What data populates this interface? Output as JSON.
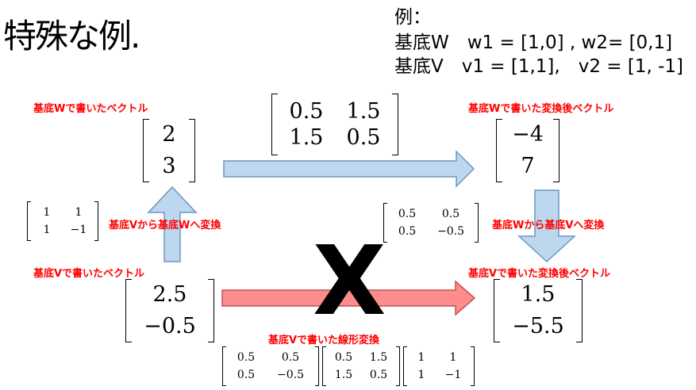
{
  "title": "特殊な例.",
  "example": {
    "heading": "例：",
    "line_w": "基底W　w1 = [1,0] , w2= [0,1]",
    "line_v": "基底V　v1 = [1,1],　v2 = [1, -1]"
  },
  "labels": {
    "top_left": "基底Wで書いたベクトル",
    "top_right": "基底Wで書いた変換後ベクトル",
    "left_mid": "基底Vから基底Wへ変換",
    "right_mid": "基底Wから基底Vへ変換",
    "bottom_left": "基底Vで書いたベクトル",
    "bottom_right": "基底Vで書いた変換後ベクトル",
    "bottom_center": "基底Vで書いた線形変換"
  },
  "cross_mark": "X",
  "vectors": {
    "w_vec": [
      "2",
      "3"
    ],
    "w_result": [
      "−4",
      "7"
    ],
    "v_vec": [
      "2.5",
      "−0.5"
    ],
    "v_result": [
      "1.5",
      "−5.5"
    ]
  },
  "matrices": {
    "transform_w": [
      [
        "0.5",
        "1.5"
      ],
      [
        "1.5",
        "0.5"
      ]
    ],
    "v_to_w": [
      [
        "1",
        "1"
      ],
      [
        "1",
        "−1"
      ]
    ],
    "w_to_v": [
      [
        "0.5",
        "0.5"
      ],
      [
        "0.5",
        "−0.5"
      ]
    ],
    "product_1": [
      [
        "0.5",
        "0.5"
      ],
      [
        "0.5",
        "−0.5"
      ]
    ],
    "product_2": [
      [
        "0.5",
        "1.5"
      ],
      [
        "1.5",
        "0.5"
      ]
    ],
    "product_3": [
      [
        "1",
        "1"
      ],
      [
        "1",
        "−1"
      ]
    ]
  },
  "colors": {
    "label_red": "#ff0000",
    "arrow_blue_fill": "#bdd7ee",
    "arrow_blue_stroke": "#6d95c3",
    "arrow_red_fill": "#ff8c8c",
    "arrow_red_stroke": "#c05050"
  }
}
